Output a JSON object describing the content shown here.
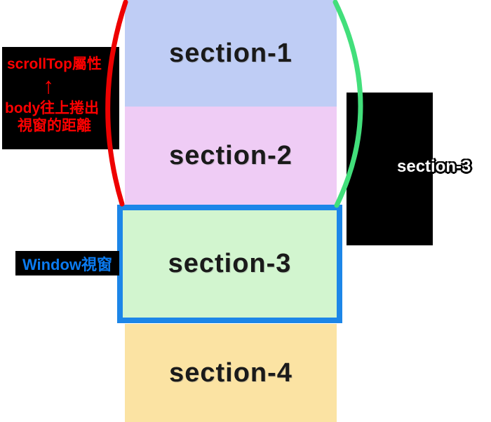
{
  "diagram": {
    "sections": [
      {
        "id": "section-1",
        "label": "section-1",
        "color": "#bfcdf5"
      },
      {
        "id": "section-2",
        "label": "section-2",
        "color": "#efccf5"
      },
      {
        "id": "section-3",
        "label": "section-3",
        "color": "#d2f5cf"
      },
      {
        "id": "section-4",
        "label": "section-4",
        "color": "#fbe3a3"
      }
    ],
    "viewport": {
      "border_color": "#1c86e8"
    },
    "scrolltop_annotation": {
      "title": "scrollTop屬性",
      "arrow": "↑",
      "line1": "body往上捲出",
      "line2": "視窗的距離",
      "text_color": "#ff0000",
      "curve_color": "#ee0101"
    },
    "window_annotation": {
      "label": "Window視窗",
      "text_color": "#0b7bf0"
    },
    "right_annotation": {
      "label": "section-3",
      "curve_color": "#42df7b"
    }
  }
}
